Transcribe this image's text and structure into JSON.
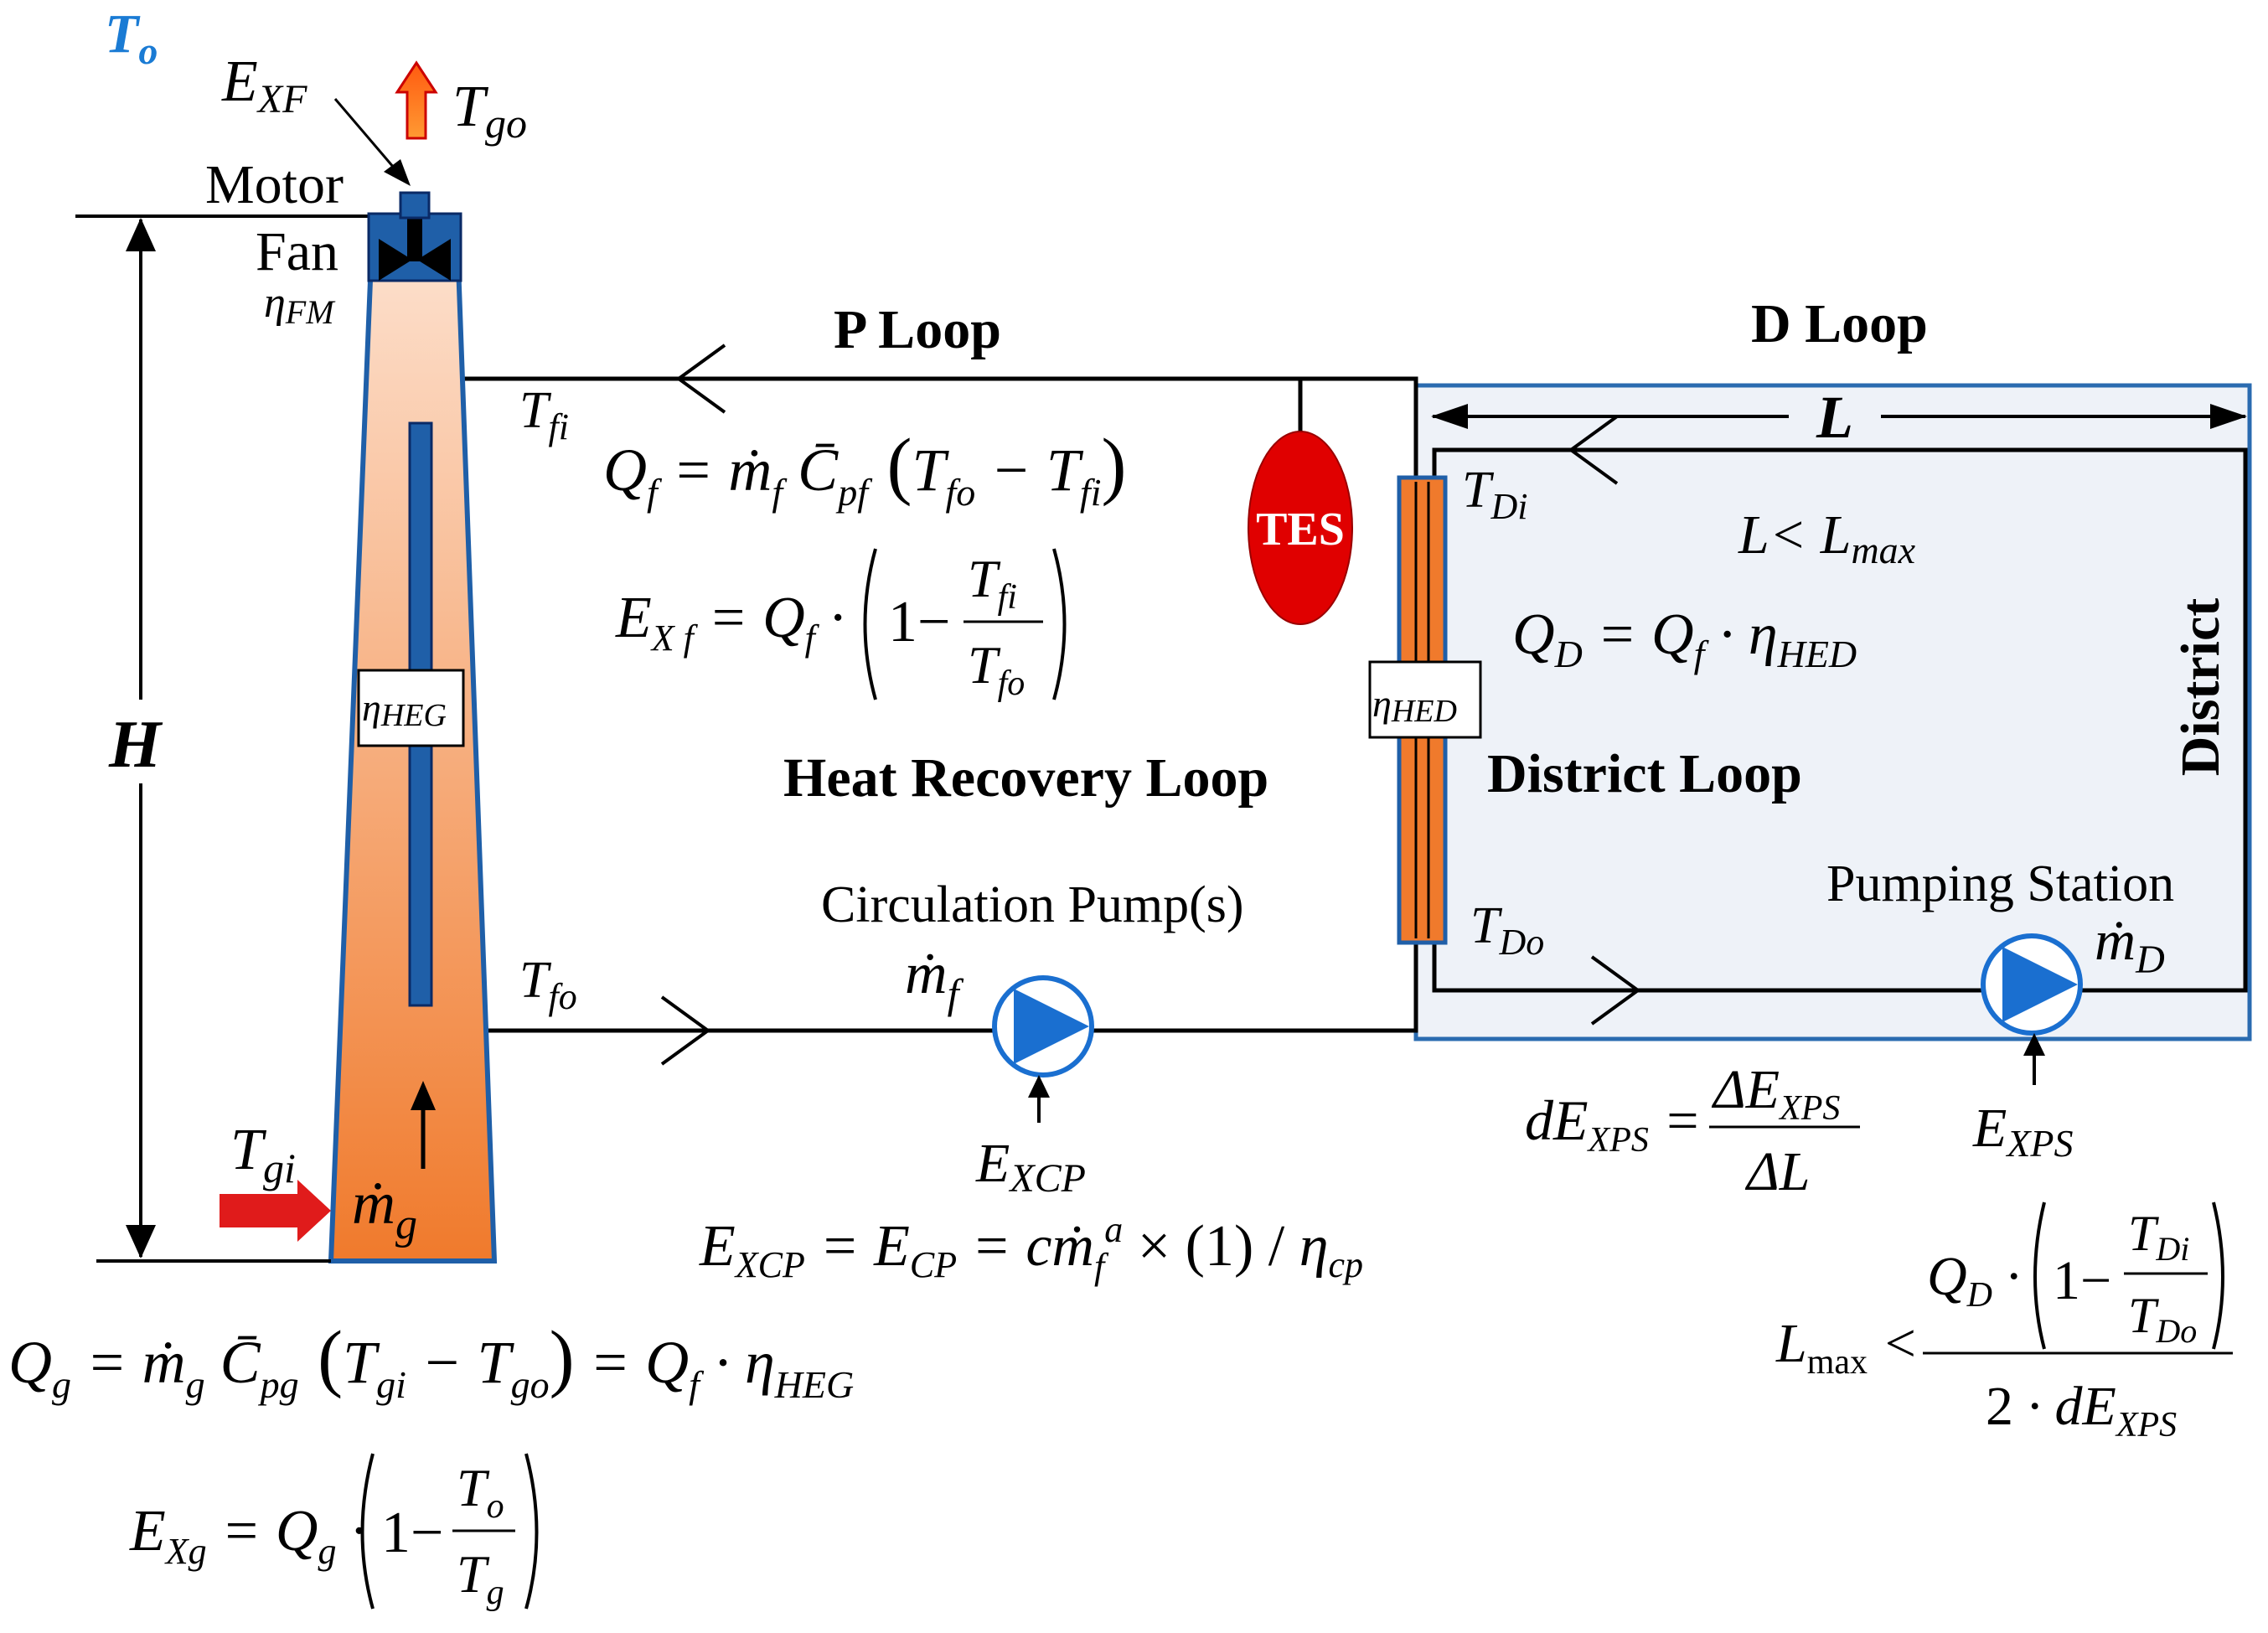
{
  "colors": {
    "stack_blue": "#1f5fa8",
    "stack_orange_light": "#fde3d2",
    "stack_orange_dark": "#f07a2c",
    "arrow_red": "#e01b1b",
    "tes_red": "#e00000",
    "district_fill": "#eef2f8",
    "district_border": "#2a6bb0",
    "pump_blue": "#1a6fd0",
    "ambient_blue": "#1a7bd4",
    "hx_orange": "#f07a2c",
    "line_black": "#000000"
  },
  "labels": {
    "To": "T",
    "To_sub": "o",
    "exf": "E",
    "exf_sub": "XF",
    "tgo": "T",
    "tgo_sub": "go",
    "motor": "Motor",
    "fan": "Fan",
    "eta_fm": "η",
    "eta_fm_sub": "FM",
    "H": "H",
    "eta_heg": "η",
    "eta_heg_sub": "HEG",
    "tgi": "T",
    "tgi_sub": "gi",
    "mdot_g": "ṁ",
    "mdot_g_sub": "g",
    "p_loop": "P Loop",
    "d_loop": "D Loop",
    "tfi": "T",
    "tfi_sub": "fi",
    "tfo": "T",
    "tfo_sub": "fo",
    "tes": "TES",
    "heat_recovery_loop": "Heat Recovery Loop",
    "circulation_pumps": "Circulation Pump(s)",
    "mdot_f": "ṁ",
    "mdot_f_sub": "f",
    "excp": "E",
    "excp_sub": "XCP",
    "eta_hed": "η",
    "eta_hed_sub": "HED",
    "L": "L",
    "tdi": "T",
    "tdi_sub": "Di",
    "tdo": "T",
    "tdo_sub": "Do",
    "lmax_cond": "L< L",
    "lmax_cond_sub": "max",
    "district_loop": "District Loop",
    "district": "District",
    "pumping_station": "Pumping Station",
    "mdot_d": "ṁ",
    "mdot_d_sub": "D",
    "exps": "E",
    "exps_sub": "XPS"
  },
  "equations": {
    "qf": "Q_f = ṁ_f C̄_pf (T_fo − T_fi)",
    "exf": "E_Xf = Q_f · (1 − T_fi / T_fo)",
    "qd": "Q_D = Q_f · η_HED",
    "dexps": "dE_XPS = ΔE_XPS / ΔL",
    "excp": "E_XCP = E_CP = cṁ_f^a × (1) / η_cp",
    "lmax": "L_max < Q_D · (1 − T_Di / T_Do) / (2 · dE_XPS)",
    "qg": "Q_g = ṁ_g C̄_pg (T_gi − T_go) = Q_f · η_HEG",
    "exg": "E_Xg = Q_g · (1 − T_o / T_g)"
  }
}
